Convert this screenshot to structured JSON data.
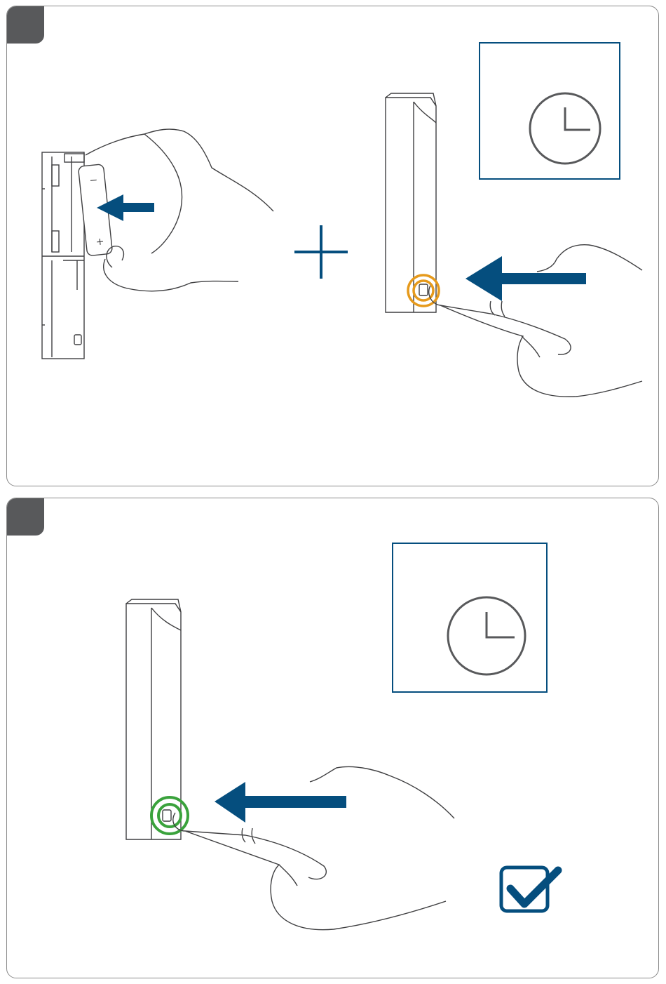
{
  "colors": {
    "outline": "#3f3f41",
    "arrow": "#054e7e",
    "timer_frame": "#054e7e",
    "highlight_pairing": "#e69a1c",
    "highlight_success": "#3aa23c",
    "step_badge": "#58595b",
    "panel_border": "#8a8a8a"
  },
  "panels": [
    {
      "icons": [
        "battery-insert-illustration",
        "plus-icon",
        "sensor-device",
        "press-button-hand",
        "arrow-left-icon",
        "clock-icon"
      ]
    },
    {
      "icons": [
        "sensor-device",
        "press-button-hand",
        "arrow-left-icon",
        "clock-icon",
        "checkbox-check-icon"
      ]
    }
  ],
  "battery_labels": {
    "minus": "−",
    "plus": "+"
  }
}
